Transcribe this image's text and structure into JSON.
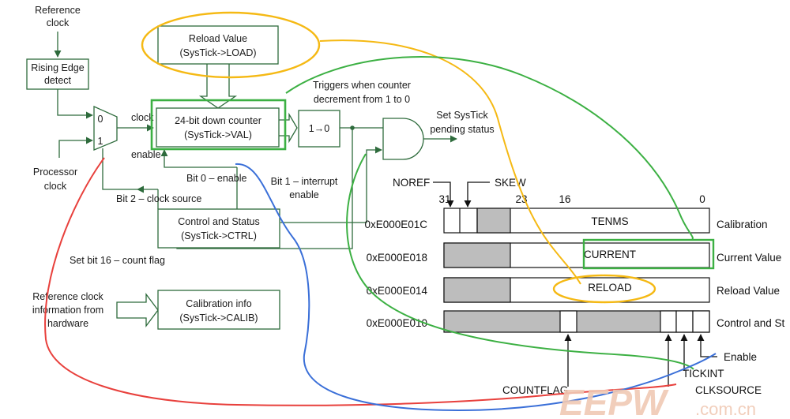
{
  "blocks": {
    "reference_clock": [
      "Reference",
      "clock"
    ],
    "rising_edge": [
      "Rising Edge",
      "detect"
    ],
    "processor_clock": [
      "Processor",
      "clock"
    ],
    "mux_in0": "0",
    "mux_in1": "1",
    "clock_label": "clock",
    "reload_value": [
      "Reload Value",
      "(SysTick->LOAD)"
    ],
    "down_counter": [
      "24-bit down counter",
      "(SysTick->VAL)"
    ],
    "enable_label": "enable",
    "edge_detect": "1→0",
    "triggers": [
      "Triggers when counter",
      "decrement from 1 to 0"
    ],
    "set_pending": [
      "Set SysTick",
      "pending status"
    ],
    "bit0": "Bit 0 – enable",
    "bit1": [
      "Bit 1 – interrupt",
      "enable"
    ],
    "bit2": "Bit 2 – clock source",
    "ctrl_status": [
      "Control and Status",
      "(SysTick->CTRL)"
    ],
    "bit16": "Set bit 16 – count flag",
    "ref_info": [
      "Reference clock",
      "information from",
      "hardware"
    ],
    "calib_info": [
      "Calibration info",
      "(SysTick->CALIB)"
    ]
  },
  "register_map": {
    "bit_labels": {
      "b31": "31",
      "b23": "23",
      "b16": "16",
      "b0": "0"
    },
    "noref": "NOREF",
    "skew": "SKEW",
    "rows": [
      {
        "address": "0xE000E01C",
        "field": "TENMS",
        "name": "Calibration"
      },
      {
        "address": "0xE000E018",
        "field": "CURRENT",
        "name": "Current Value"
      },
      {
        "address": "0xE000E014",
        "field": "RELOAD",
        "name": "Reload Value"
      },
      {
        "address": "0xE000E010",
        "field": "",
        "name": "Control and St"
      }
    ],
    "ctrl_bits": {
      "countflag": "COUNTFLAG",
      "clksource": "CLKSOURCE",
      "tickint": "TICKINT",
      "enable": "Enable"
    }
  },
  "watermark": {
    "text": "EEPW",
    "sub": ".com.cn"
  },
  "colors": {
    "diagram_line": "#2e6b3c",
    "highlight_yellow": "#f5b914",
    "highlight_green": "#3cb043",
    "highlight_red": "#e8403c",
    "highlight_blue": "#3a6fd8",
    "register_gray": "#bdbdbd",
    "watermark": "#f0c9b4"
  }
}
